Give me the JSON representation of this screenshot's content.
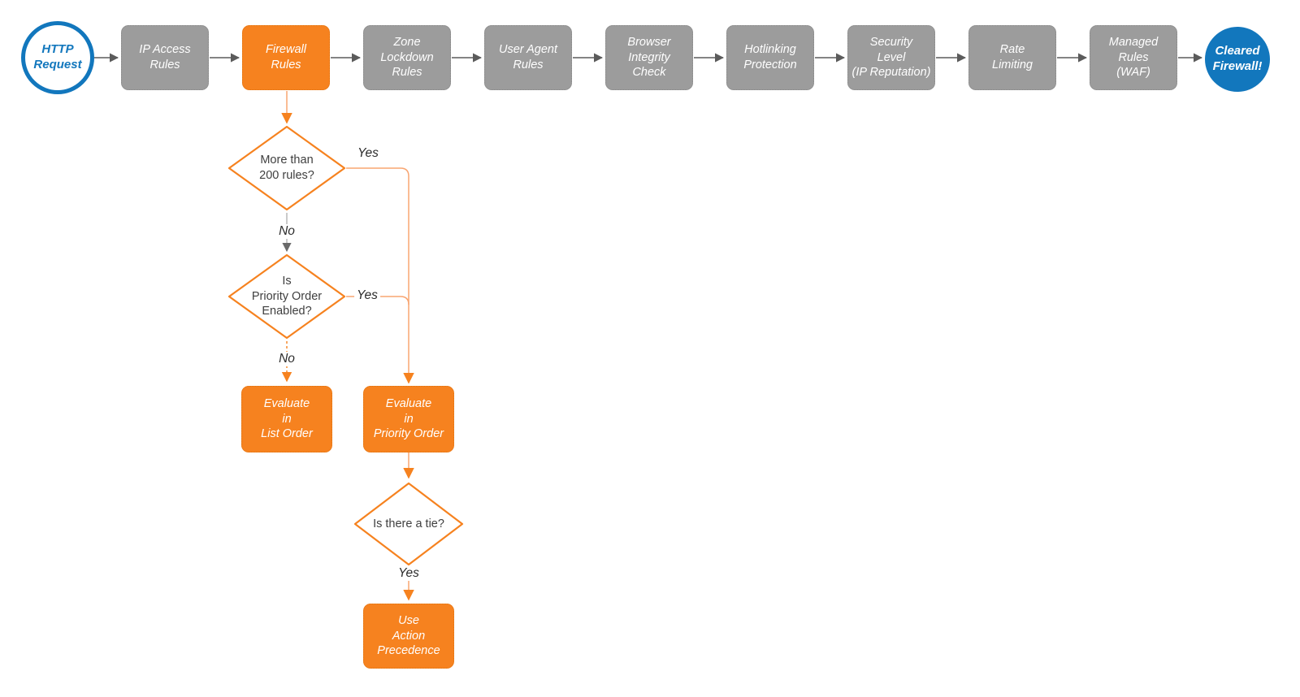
{
  "colors": {
    "accent_orange": "#F6821F",
    "node_gray": "#9C9C9C",
    "brand_blue": "#1277BD",
    "connector_dark": "#5B5B5B",
    "connector_light_orange": "#F8A571"
  },
  "pipeline": {
    "http_request": "HTTP\nRequest",
    "ip_access_rules": "IP Access\nRules",
    "firewall_rules": "Firewall\nRules",
    "zone_lockdown_rules": "Zone\nLockdown\nRules",
    "user_agent_rules": "User Agent\nRules",
    "browser_integrity_check": "Browser\nIntegrity\nCheck",
    "hotlinking_protection": "Hotlinking\nProtection",
    "security_level": "Security\nLevel\n(IP Reputation)",
    "rate_limiting": "Rate\nLimiting",
    "managed_rules": "Managed\nRules\n(WAF)",
    "cleared_firewall": "Cleared\nFirewall!"
  },
  "decisions": {
    "more_than_200_rules": "More than\n200 rules?",
    "priority_order_enabled": "Is\nPriority Order\nEnabled?",
    "is_there_a_tie": "Is there a tie?"
  },
  "actions": {
    "evaluate_in_list_order": "Evaluate\nin\nList Order",
    "evaluate_in_priority_order": "Evaluate\nin\nPriority Order",
    "use_action_precedence": "Use\nAction\nPrecedence"
  },
  "edge_labels": {
    "yes_more_than_200": "Yes",
    "no_more_than_200": "No",
    "yes_priority_enabled": "Yes",
    "no_priority_enabled": "No",
    "yes_tie": "Yes"
  }
}
